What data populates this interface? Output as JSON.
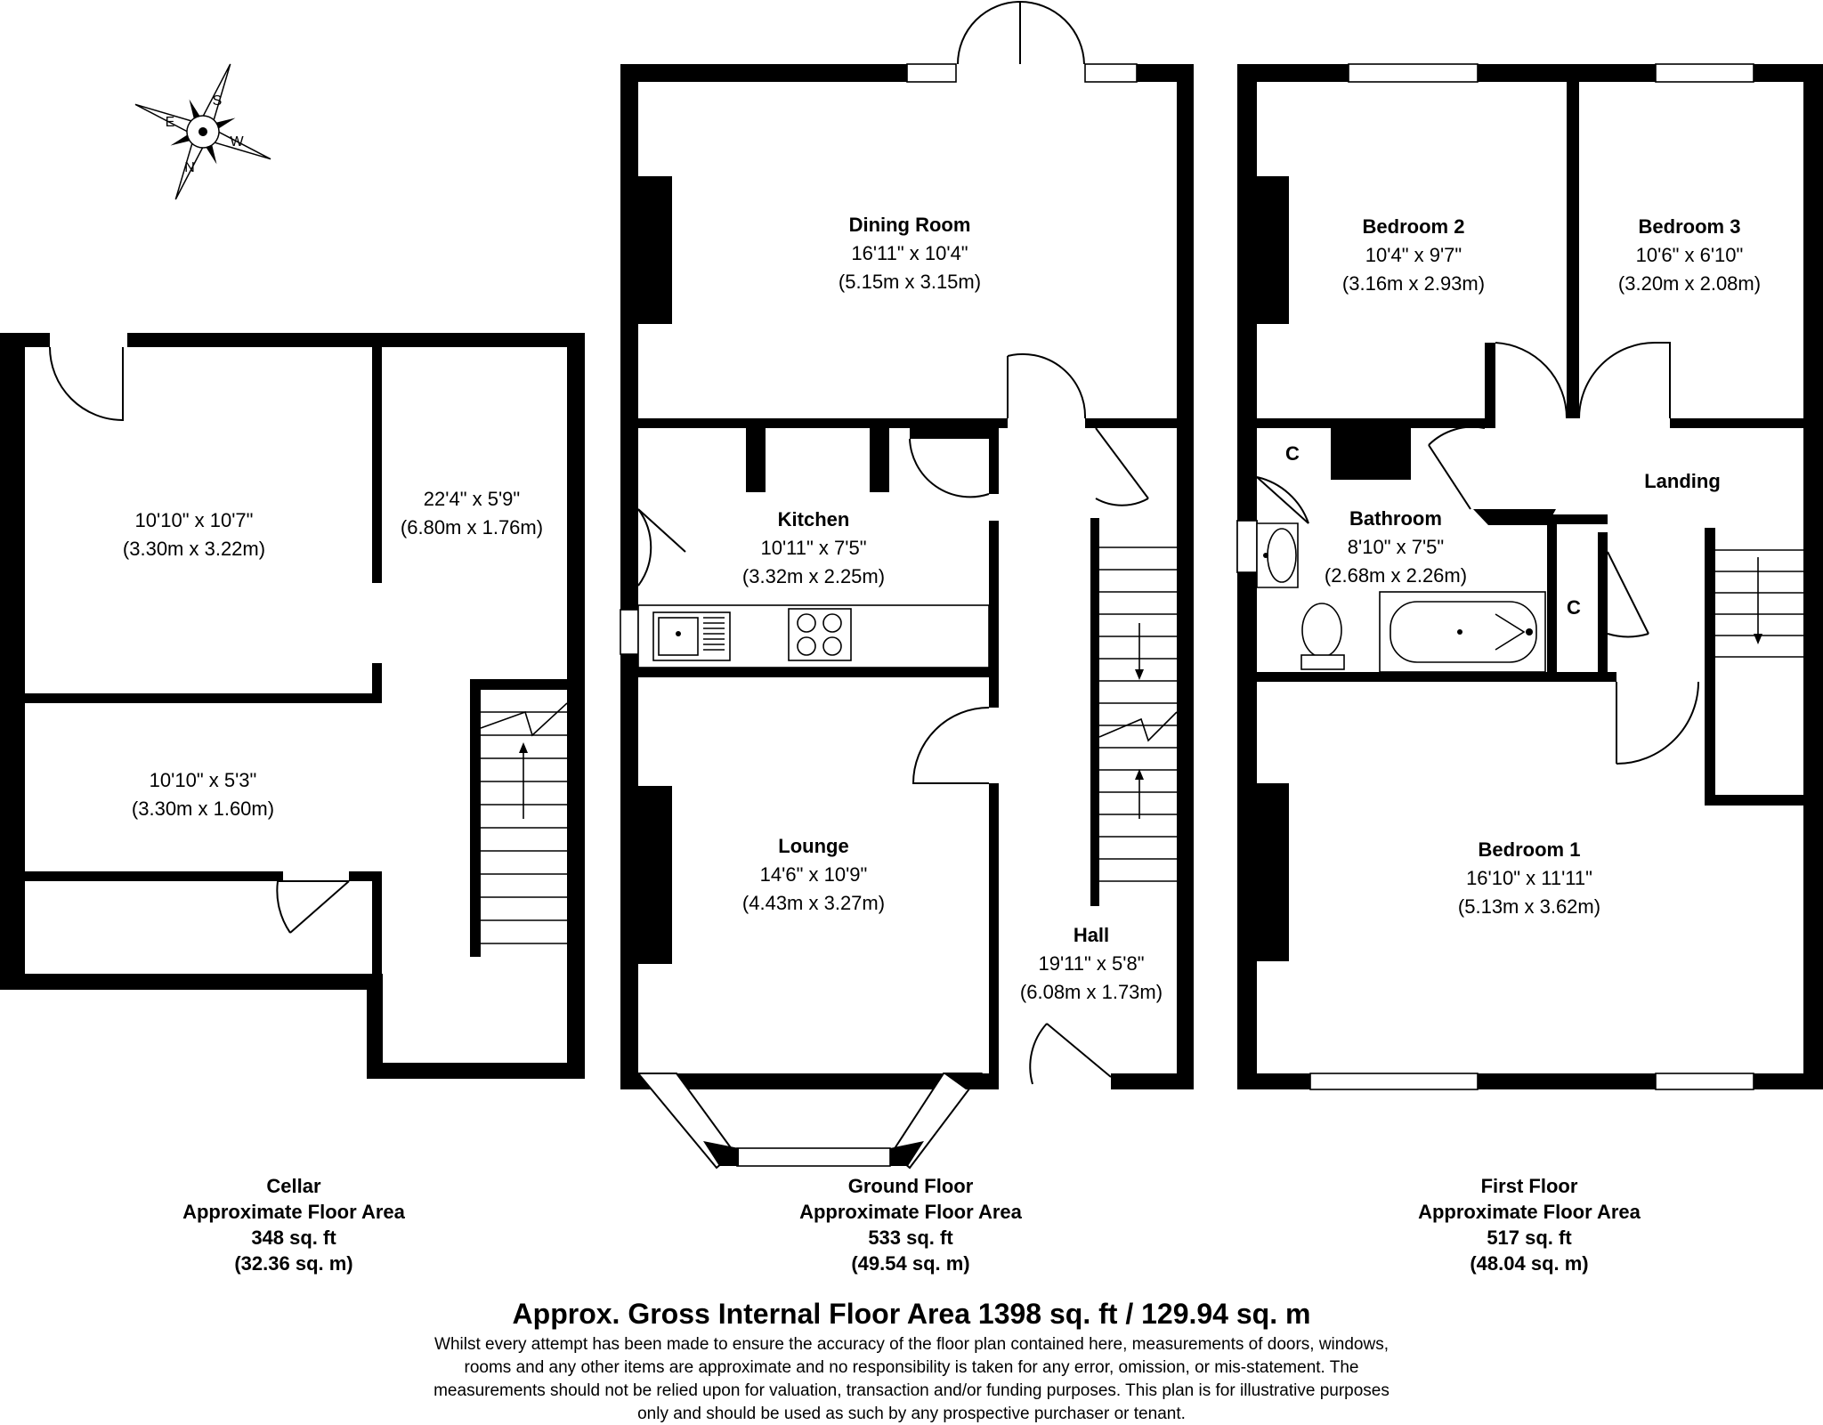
{
  "compass": {
    "letters": [
      "S",
      "E",
      "N",
      "W"
    ]
  },
  "cellar": {
    "room_a": {
      "dims_imp": "10'10\" x 10'7\"",
      "dims_met": "(3.30m x 3.22m)"
    },
    "room_b": {
      "dims_imp": "22'4\" x 5'9\"",
      "dims_met": "(6.80m x 1.76m)"
    },
    "room_c": {
      "dims_imp": "10'10\" x 5'3\"",
      "dims_met": "(3.30m x 1.60m)"
    },
    "label": "Cellar",
    "area_label": "Approximate Floor Area",
    "area_sqft": "348 sq. ft",
    "area_sqm": "(32.36 sq. m)"
  },
  "ground": {
    "dining": {
      "name": "Dining Room",
      "dims_imp": "16'11\" x 10'4\"",
      "dims_met": "(5.15m x 3.15m)"
    },
    "kitchen": {
      "name": "Kitchen",
      "dims_imp": "10'11\" x 7'5\"",
      "dims_met": "(3.32m x 2.25m)"
    },
    "lounge": {
      "name": "Lounge",
      "dims_imp": "14'6\" x 10'9\"",
      "dims_met": "(4.43m x 3.27m)"
    },
    "hall": {
      "name": "Hall",
      "dims_imp": "19'11\" x 5'8\"",
      "dims_met": "(6.08m x 1.73m)"
    },
    "label": "Ground Floor",
    "area_label": "Approximate Floor Area",
    "area_sqft": "533 sq. ft",
    "area_sqm": "(49.54 sq. m)"
  },
  "first": {
    "bed2": {
      "name": "Bedroom 2",
      "dims_imp": "10'4\" x 9'7\"",
      "dims_met": "(3.16m x 2.93m)"
    },
    "bed3": {
      "name": "Bedroom 3",
      "dims_imp": "10'6\" x 6'10\"",
      "dims_met": "(3.20m x 2.08m)"
    },
    "landing": {
      "name": "Landing"
    },
    "bathroom": {
      "name": "Bathroom",
      "dims_imp": "8'10\" x 7'5\"",
      "dims_met": "(2.68m x 2.26m)"
    },
    "cupboard": "C",
    "bed1": {
      "name": "Bedroom 1",
      "dims_imp": "16'10\" x 11'11\"",
      "dims_met": "(5.13m x 3.62m)"
    },
    "label": "First Floor",
    "area_label": "Approximate Floor Area",
    "area_sqft": "517 sq. ft",
    "area_sqm": "(48.04 sq. m)"
  },
  "total": "Approx. Gross Internal Floor Area 1398 sq. ft / 129.94 sq. m",
  "disclaimer": [
    "Whilst every attempt has been made to ensure the accuracy of the floor plan contained here, measurements of doors, windows,",
    "rooms and any other items are approximate and no responsibility is taken for any error, omission, or mis-statement. The",
    "measurements should not be relied upon for valuation, transaction and/or funding purposes. This plan is for illustrative purposes",
    "only and should be used as such by any prospective purchaser or tenant."
  ]
}
